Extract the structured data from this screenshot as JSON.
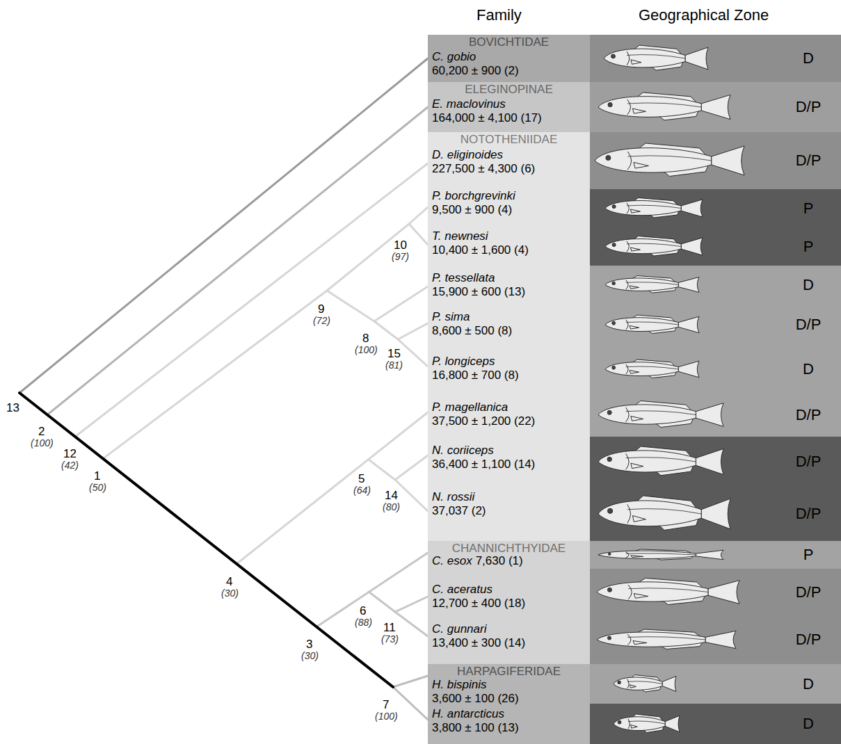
{
  "diagram": {
    "nodes": [
      {
        "text": [
          "BOVICHTIDAE"
        ]
      },
      {
        "text": [
          "C. gobio",
          "60,200 ± 900 (2)"
        ],
        "in": 0
      },
      {
        "text": [
          "D"
        ]
      },
      {
        "text": [
          "ELEGINOPINAE"
        ]
      },
      {
        "text": [
          "E. maclovinus",
          "164,000 ± 4,100 (17)"
        ],
        "in": 3
      },
      {
        "text": [
          "D/P"
        ]
      },
      {
        "text": [
          "NOTOTHENIIDAE"
        ]
      },
      {
        "text": [
          "D. eliginoides",
          "227,500 ± 4,300 (6)"
        ],
        "in": 6
      },
      {
        "text": [
          "D/P"
        ]
      },
      {
        "text": [
          "P. borchgrevinki",
          "9,500 ± 900 (4)"
        ],
        "in": 6
      },
      {
        "text": [
          "P"
        ]
      },
      {
        "text": [
          "T. newnesi",
          "10,400 ± 1,600 (4)"
        ],
        "in": 6
      },
      {
        "text": [
          "P"
        ]
      },
      {
        "text": [
          "P. tessellata",
          "15,900 ± 600 (13)"
        ],
        "in": 6
      },
      {
        "text": [
          "D"
        ]
      },
      {
        "text": [
          "P. sima",
          "8,600 ± 500 (8)"
        ],
        "in": 6
      },
      {
        "text": [
          "D/P"
        ]
      },
      {
        "text": [
          "P. longiceps",
          "16,800 ± 700 (8)"
        ],
        "in": 6
      },
      {
        "text": [
          "D"
        ]
      },
      {
        "text": [
          "P. magellanica",
          "37,500 ± 1,200 (22)"
        ],
        "in": 6
      },
      {
        "text": [
          "D/P"
        ]
      },
      {
        "text": [
          "N. coriiceps",
          "36,400 ± 1,100 (14)"
        ],
        "in": 6
      },
      {
        "text": [
          "D/P"
        ]
      },
      {
        "text": [
          "N. rossii",
          "37,037 (2)"
        ],
        "in": 6
      },
      {
        "text": [
          "D/P"
        ]
      },
      {
        "text": [
          "CHANNICHTHYIDAE"
        ]
      },
      {
        "text": [
          "C. esox",
          "7,630 (1)"
        ],
        "in": 25
      },
      {
        "text": [
          "P"
        ]
      },
      {
        "text": [
          "C. aceratus",
          "12,700 ± 400 (18)"
        ],
        "in": 25
      },
      {
        "text": [
          "D/P"
        ]
      },
      {
        "text": [
          "C. gunnari",
          "13,400 ± 300 (14)"
        ],
        "in": 25
      },
      {
        "text": [
          "D/P"
        ]
      },
      {
        "text": [
          "HARPAGIFERIDAE"
        ]
      },
      {
        "text": [
          "H. bispinis",
          "3,600 ± 100 (26)"
        ],
        "in": 32
      },
      {
        "text": [
          "D"
        ]
      },
      {
        "text": [
          "H. antarcticus",
          "3,800 ± 100 (13)"
        ],
        "in": 32
      },
      {
        "text": [
          "D"
        ]
      }
    ],
    "labels": [
      "Family",
      "Geographical Zone",
      "13",
      "2",
      "(100)",
      "12",
      "(42)",
      "1",
      "(50)",
      "10",
      "(97)",
      "9",
      "(72)",
      "8",
      "(100)",
      "15",
      "(81)",
      "5",
      "(64)",
      "14",
      "(80)",
      "4",
      "(30)",
      "3",
      "(30)",
      "6",
      "(88)",
      "11",
      "(73)",
      "7",
      "(100)"
    ]
  }
}
